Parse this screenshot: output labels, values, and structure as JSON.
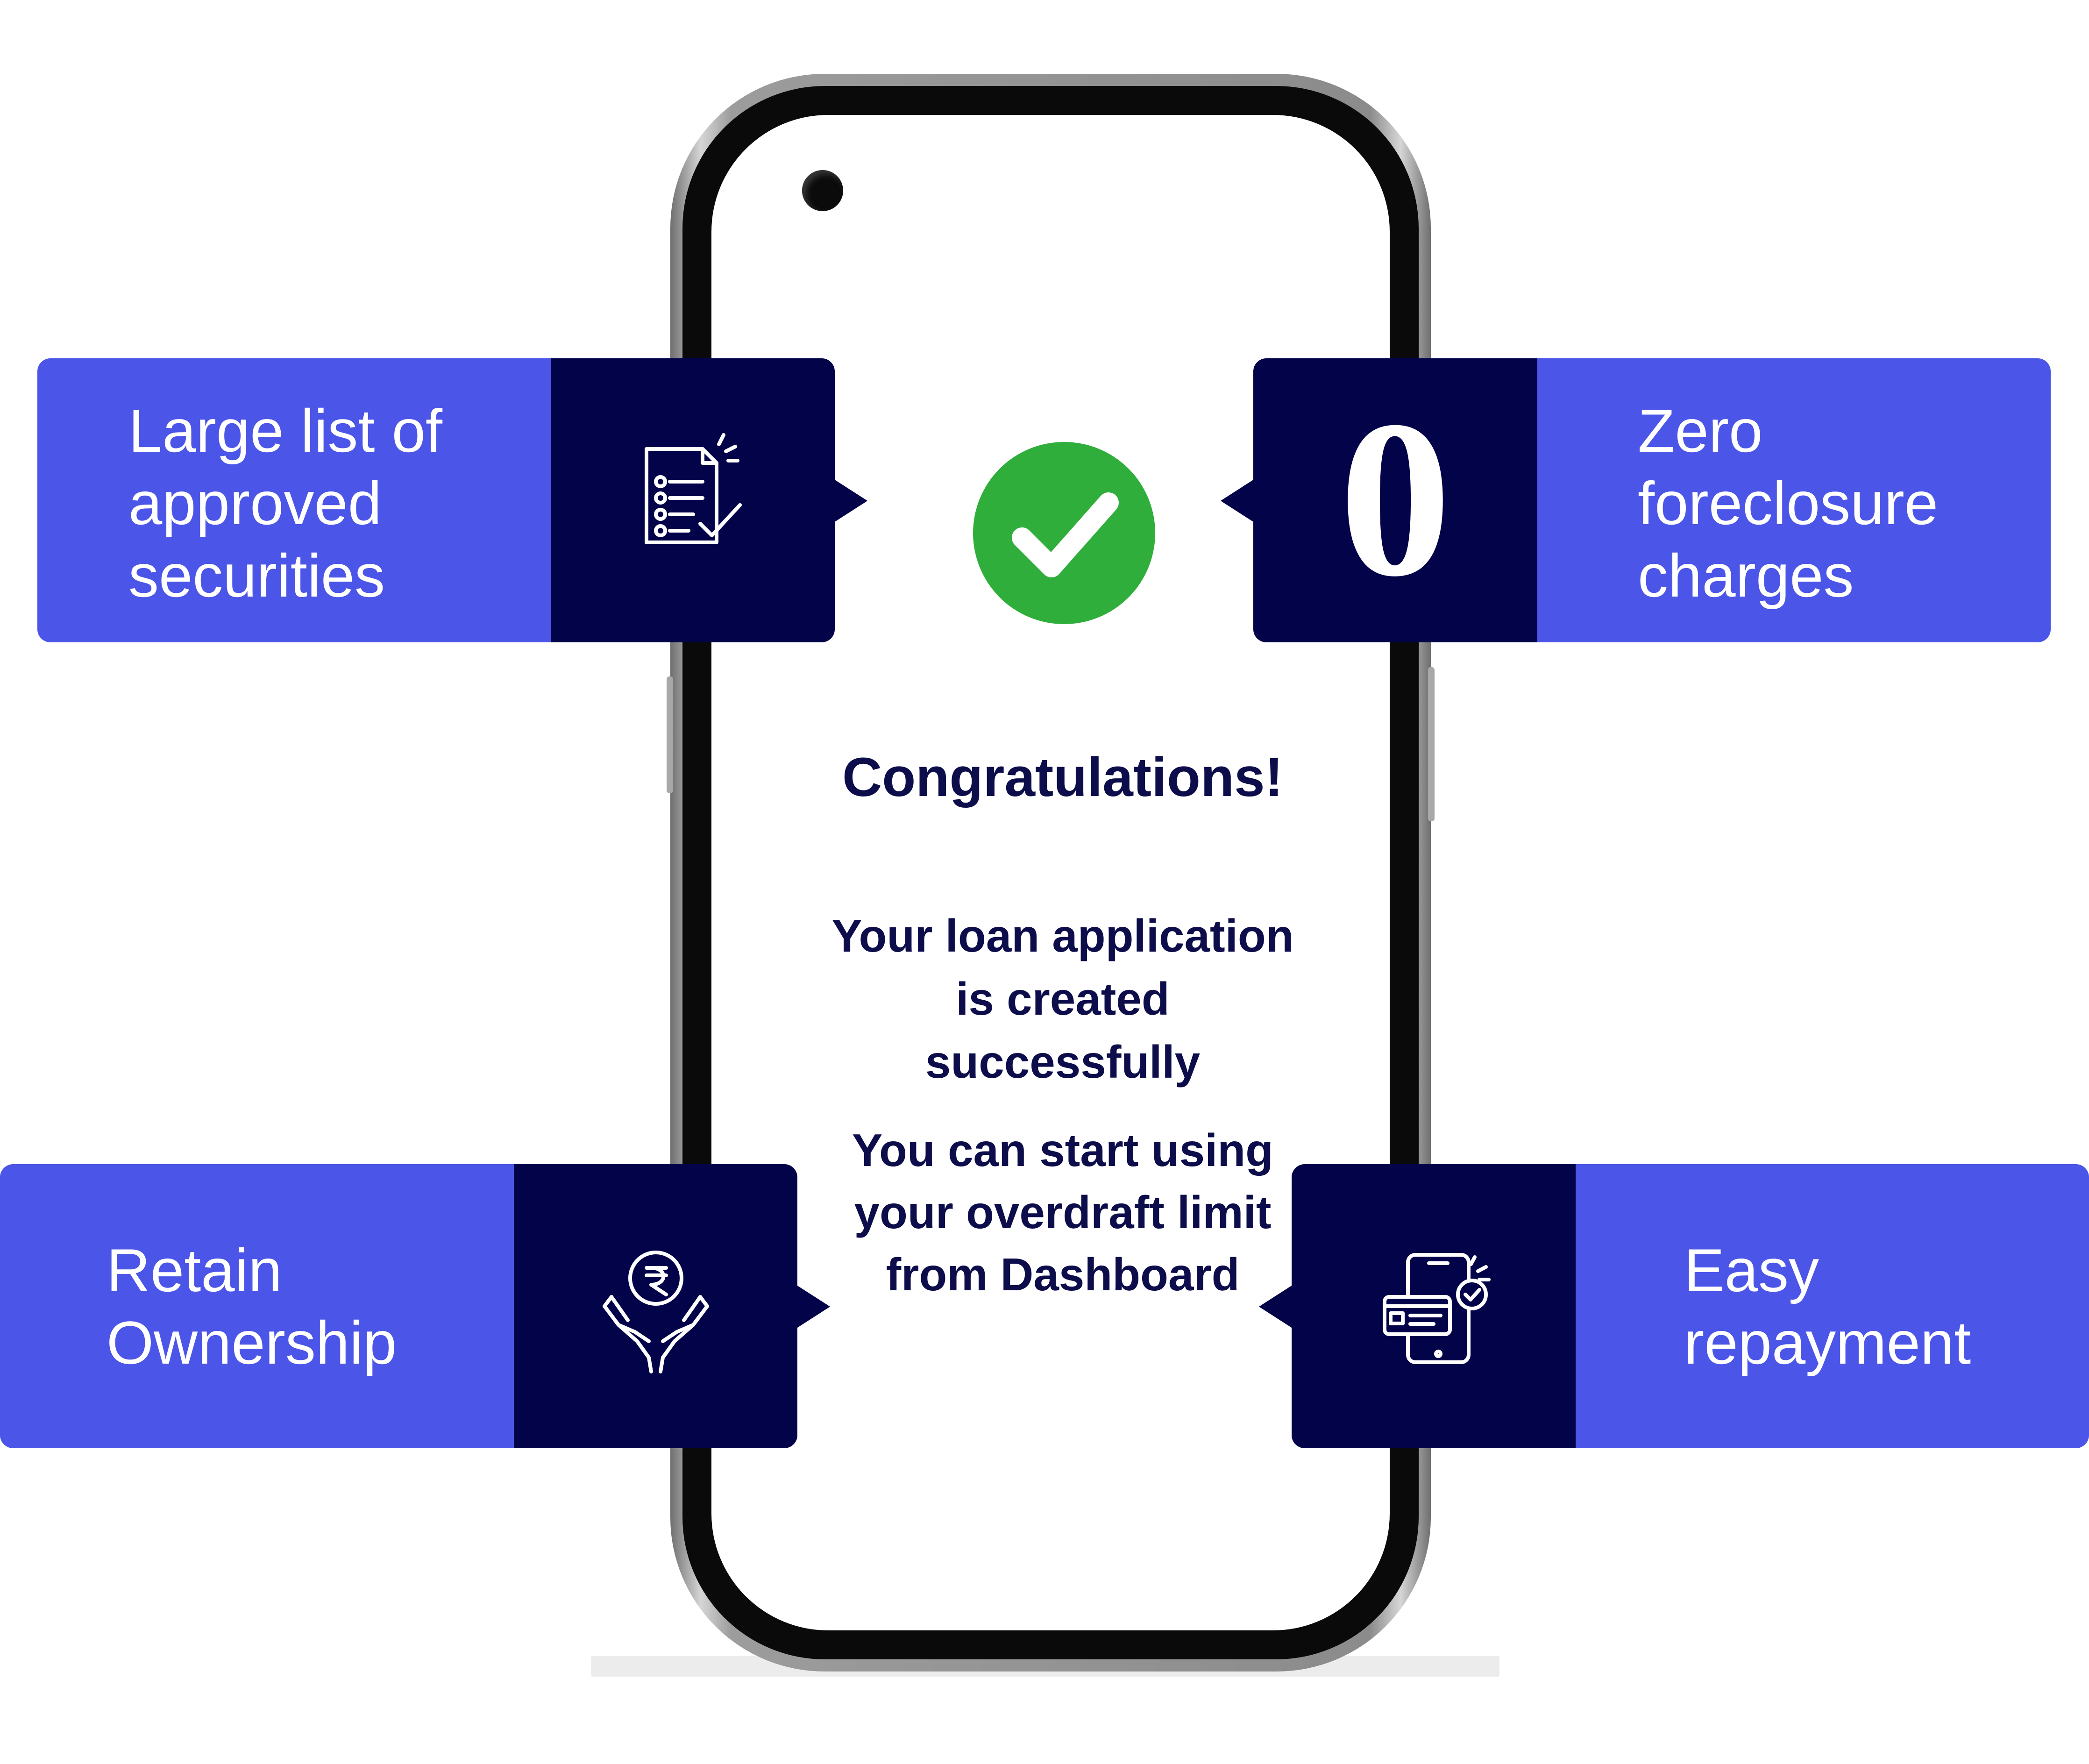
{
  "screen": {
    "title": "Congratulations!",
    "message_1": "Your loan application is created successfully",
    "message_2": "You can start using your overdraft limit from Dashboard"
  },
  "features": {
    "top_left": {
      "label": "Large list of approved securities",
      "icon": "checklist-icon"
    },
    "top_right": {
      "label": "Zero foreclosure charges",
      "big_value": "0"
    },
    "bottom_left": {
      "label": "Retain Ownership",
      "icon": "rupee-hands-icon"
    },
    "bottom_right": {
      "label": "Easy repayment",
      "icon": "mobile-payment-icon"
    }
  },
  "colors": {
    "label_panel": "#4b55e8",
    "icon_panel": "#03034a",
    "success_green": "#2fae3b",
    "text_navy": "#0c0d4a"
  }
}
